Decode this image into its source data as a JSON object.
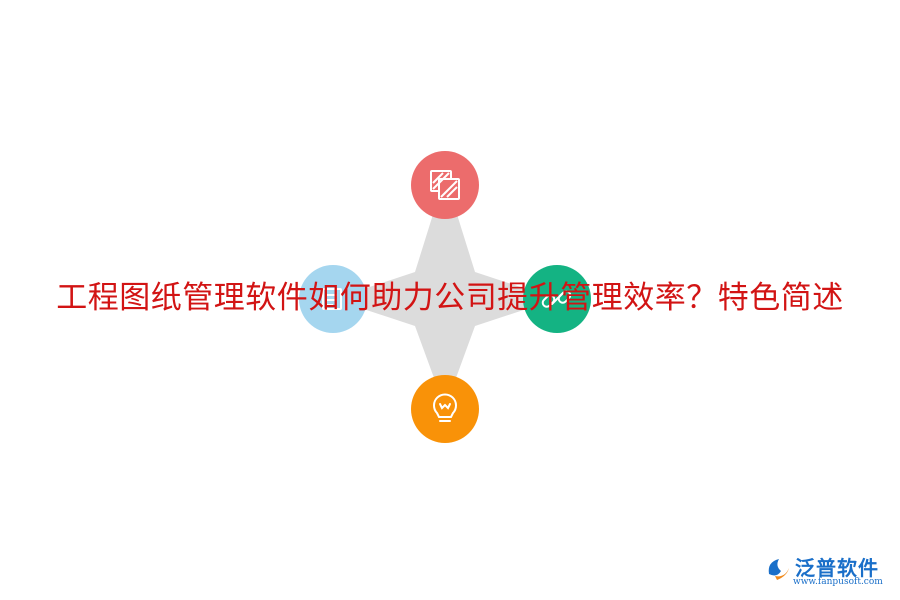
{
  "title": "工程图纸管理软件如何助力公司提升管理效率？特色简述",
  "colors": {
    "title": "#d21414",
    "star": "#dcdcdc",
    "node_top": "#ec6c6c",
    "node_right": "#14b383",
    "node_bottom": "#f99208",
    "node_left": "#a5d6ef",
    "logo": "#1a6fc9"
  },
  "nodes": [
    {
      "position": "top",
      "icon": "layers-icon"
    },
    {
      "position": "right",
      "icon": "link-icon"
    },
    {
      "position": "bottom",
      "icon": "lightbulb-icon"
    },
    {
      "position": "left",
      "icon": "document-icon"
    }
  ],
  "logo": {
    "name": "泛普软件",
    "url": "www.fanpusoft.com"
  }
}
